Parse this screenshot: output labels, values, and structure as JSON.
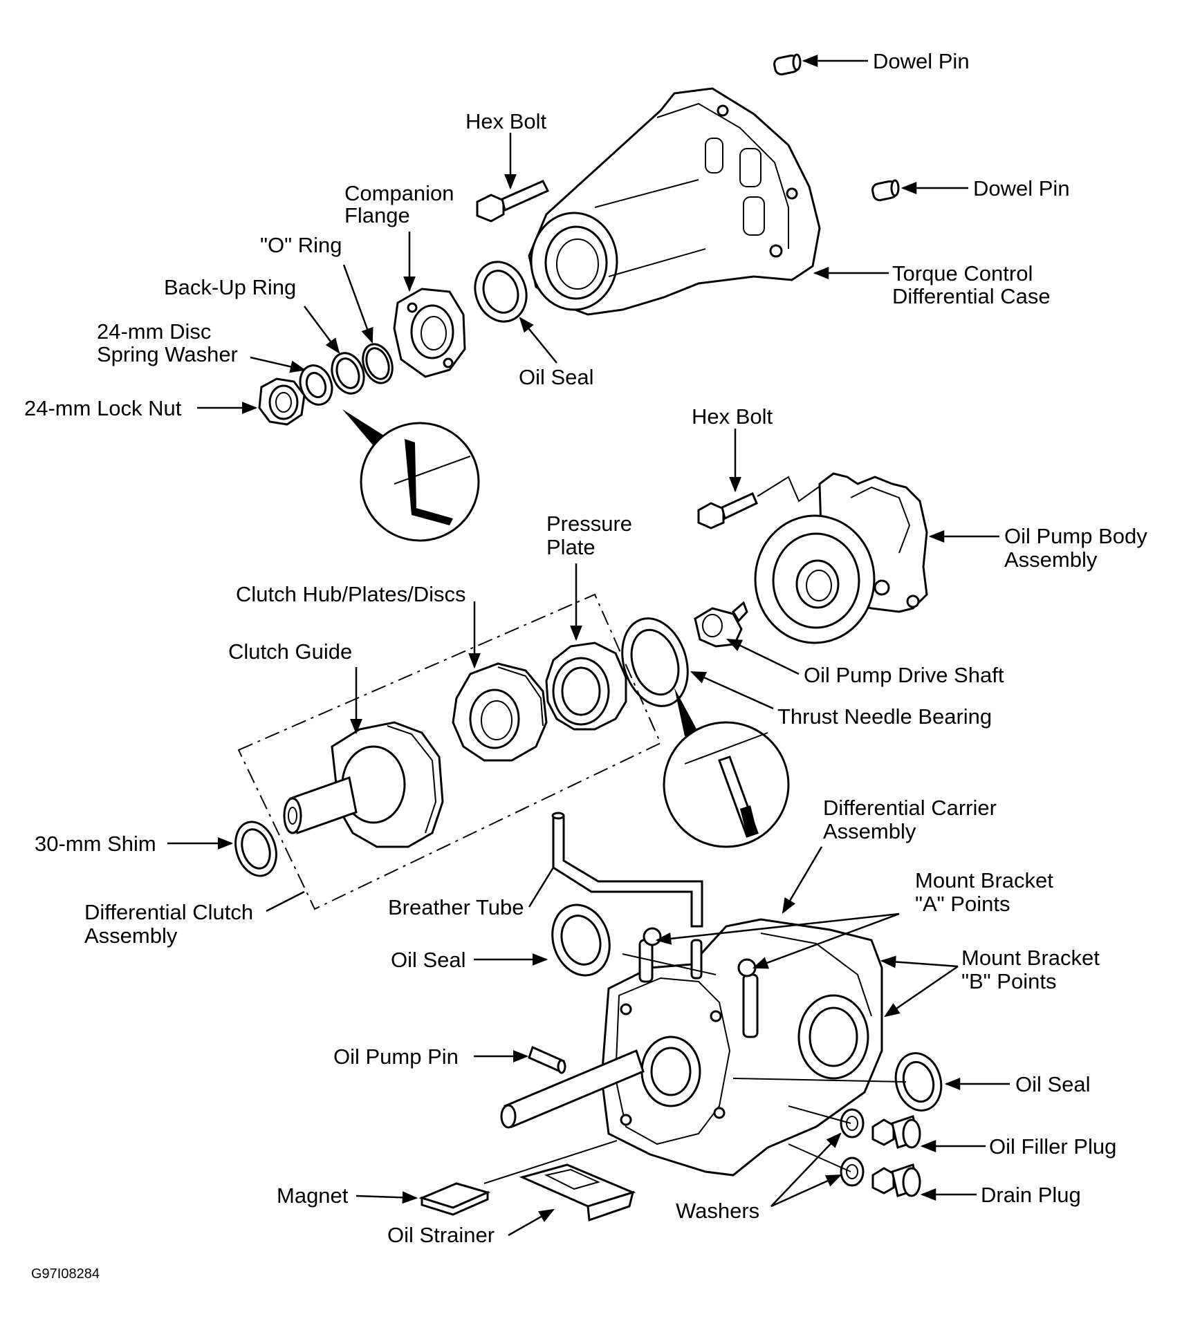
{
  "labels": {
    "dowel_pin_top": "Dowel Pin",
    "dowel_pin_mid": "Dowel Pin",
    "hex_bolt_top": "Hex Bolt",
    "companion_flange_1": "Companion",
    "companion_flange_2": "Flange",
    "o_ring": "\"O\" Ring",
    "back_up_ring": "Back-Up Ring",
    "disc_washer_1": "24-mm Disc",
    "disc_washer_2": "Spring Washer",
    "lock_nut": "24-mm Lock Nut",
    "oil_seal_top": "Oil Seal",
    "torque_case_1": "Torque Control",
    "torque_case_2": "Differential Case",
    "hex_bolt_mid": "Hex Bolt",
    "pressure_plate_1": "Pressure",
    "pressure_plate_2": "Plate",
    "oil_pump_body_1": "Oil Pump Body",
    "oil_pump_body_2": "Assembly",
    "clutch_hub": "Clutch Hub/Plates/Discs",
    "clutch_guide": "Clutch Guide",
    "oil_pump_drive_shaft": "Oil Pump Drive Shaft",
    "thrust_needle_bearing": "Thrust Needle Bearing",
    "diff_carrier_1": "Differential Carrier",
    "diff_carrier_2": "Assembly",
    "shim": "30-mm Shim",
    "mount_a_1": "Mount Bracket",
    "mount_a_2": "\"A\" Points",
    "diff_clutch_1": "Differential Clutch",
    "diff_clutch_2": "Assembly",
    "breather_tube": "Breather Tube",
    "mount_b_1": "Mount Bracket",
    "mount_b_2": "\"B\" Points",
    "oil_seal_left": "Oil Seal",
    "oil_pump_pin": "Oil Pump Pin",
    "oil_seal_right": "Oil Seal",
    "oil_filler_plug": "Oil Filler Plug",
    "magnet": "Magnet",
    "drain_plug": "Drain Plug",
    "washers": "Washers",
    "oil_strainer": "Oil Strainer",
    "figure_code": "G97I08284"
  },
  "icons": {
    "detail_circles": "magnified-section-view",
    "parts": "exploded-drivetrain-components"
  }
}
